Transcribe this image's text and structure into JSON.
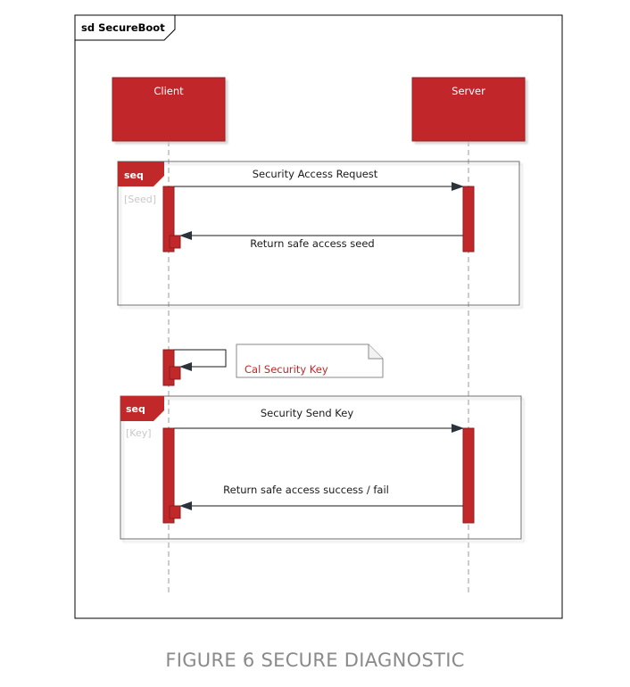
{
  "diagram": {
    "frame_title": "sd SecureBoot",
    "accent_color": "#c0282a",
    "lifelines": [
      {
        "label": "Client"
      },
      {
        "label": "Server"
      }
    ],
    "fragments": [
      {
        "operator": "seq",
        "guard": "[Seed]",
        "messages": [
          {
            "label": "Security Access Request",
            "from": "Client",
            "to": "Server"
          },
          {
            "label": "Return safe access seed",
            "from": "Server",
            "to": "Client"
          }
        ]
      },
      {
        "operator": "seq",
        "guard": "[Key]",
        "messages": [
          {
            "label": "Security Send Key",
            "from": "Client",
            "to": "Server"
          },
          {
            "label": "Return safe access success / fail",
            "from": "Server",
            "to": "Client"
          }
        ]
      }
    ],
    "note": {
      "text": "Cal Security Key"
    }
  },
  "caption": "FIGURE 6 SECURE DIAGNOSTIC"
}
